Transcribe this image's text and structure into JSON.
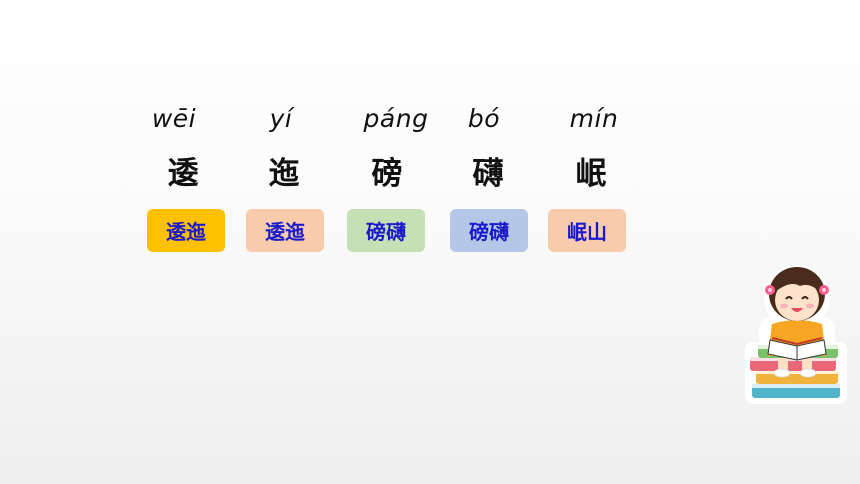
{
  "characters": [
    {
      "pinyin": "wēi",
      "hanzi": "逶"
    },
    {
      "pinyin": "yí",
      "hanzi": "迤"
    },
    {
      "pinyin": "páng",
      "hanzi": "磅"
    },
    {
      "pinyin": "bó",
      "hanzi": "礴"
    },
    {
      "pinyin": "mín",
      "hanzi": "岷"
    }
  ],
  "word_tiles": [
    {
      "label": "逶迤",
      "bg": "#ffc000"
    },
    {
      "label": "逶迤",
      "bg": "#f8cbad"
    },
    {
      "label": "磅礴",
      "bg": "#c5e0b4"
    },
    {
      "label": "磅礴",
      "bg": "#b4c7e7"
    },
    {
      "label": "岷山",
      "bg": "#f8cbad"
    }
  ],
  "colors": {
    "tile_text": "#1a1acc",
    "text": "#111111"
  },
  "decoration": {
    "icon": "girl-reading-on-books-icon"
  }
}
